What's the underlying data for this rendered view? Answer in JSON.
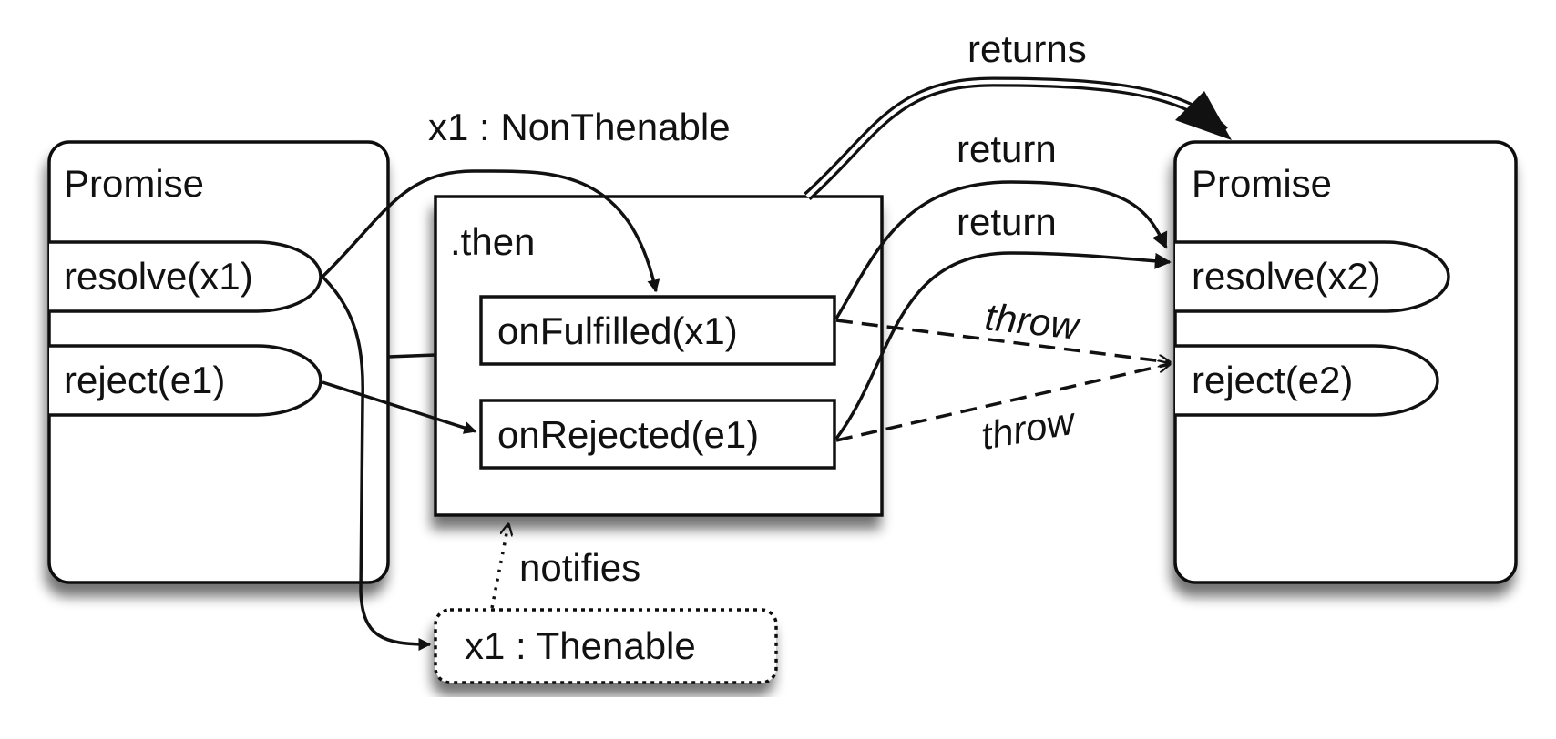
{
  "left_promise": {
    "title": "Promise",
    "resolve_label": "resolve(x1)",
    "reject_label": "reject(e1)"
  },
  "then_box": {
    "title": ".then",
    "on_fulfilled_label": "onFulfilled(x1)",
    "on_rejected_label": "onRejected(e1)"
  },
  "right_promise": {
    "title": "Promise",
    "resolve_label": "resolve(x2)",
    "reject_label": "reject(e2)"
  },
  "thenable": {
    "label": "x1 : Thenable"
  },
  "edge_labels": {
    "non_thenable": "x1 : NonThenable",
    "returns": "returns",
    "return_fulfilled": "return",
    "return_rejected": "return",
    "throw_fulfilled": "throw",
    "throw_rejected": "throw",
    "notifies": "notifies"
  }
}
